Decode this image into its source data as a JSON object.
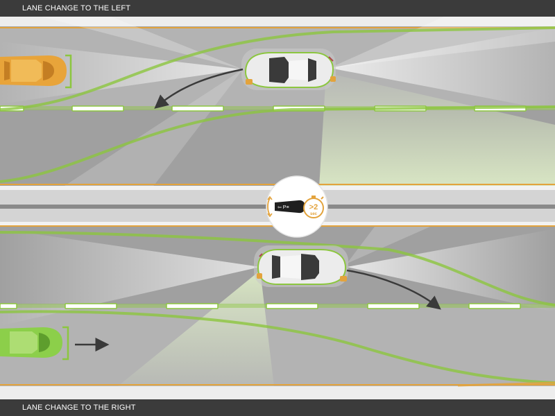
{
  "header": {
    "title": "LANE CHANGE TO THE LEFT"
  },
  "footer": {
    "title": "LANE CHANGE TO THE RIGHT"
  },
  "stalk": {
    "label": "⇦ P≡"
  },
  "timer": {
    "value": ">2",
    "unit": "sec"
  },
  "colors": {
    "road": "#9a9a9a",
    "lane_marking": "#ffffff",
    "lane_glow": "#8cc63f",
    "edge_line": "#e3a33c",
    "sensor_light": "#ffffff",
    "ego_car": "#e6e6e6",
    "car_left_lane": "#e8a43a",
    "car_right_lane": "#8ccf4a",
    "band": "#3b3b3b"
  },
  "icons": [
    "turn-signal-stalk-icon",
    "stopwatch-icon",
    "direction-arrow-icon"
  ]
}
